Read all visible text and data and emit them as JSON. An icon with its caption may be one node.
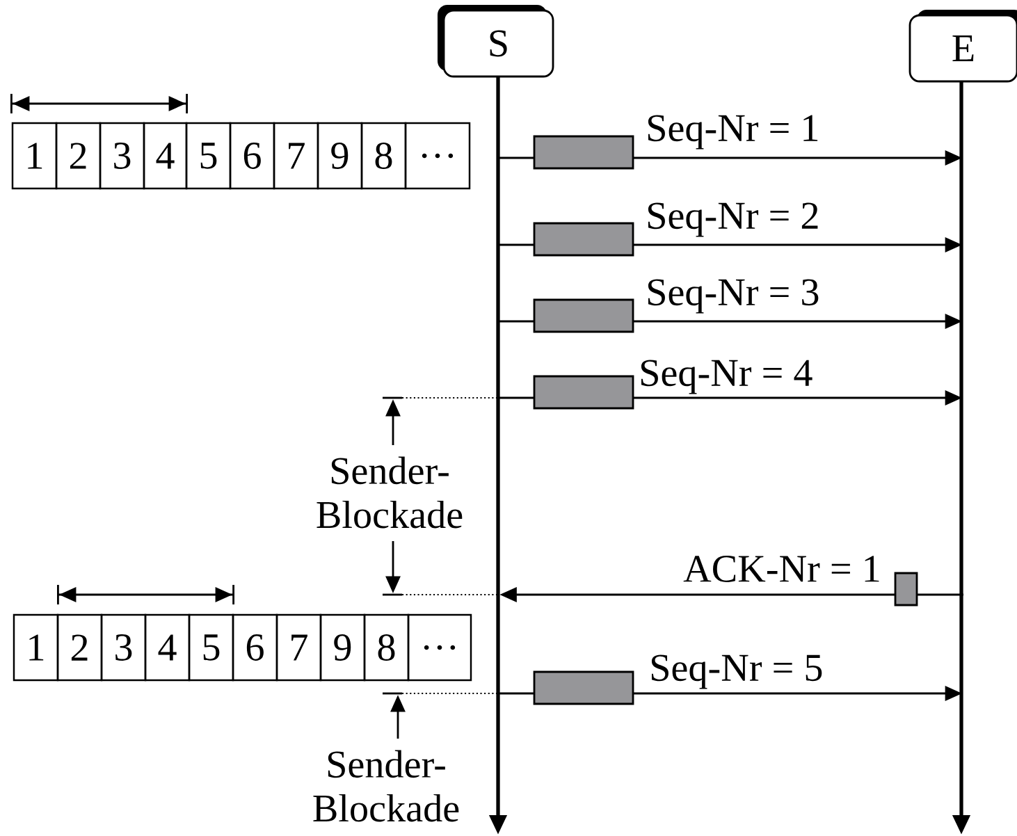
{
  "diagram": {
    "nodes": [
      {
        "text": [
          "S"
        ]
      },
      {
        "text": [
          "E"
        ]
      }
    ],
    "edges": [
      {
        "from": 0,
        "to": 1,
        "arrow": "to",
        "label": "Seq-Nr = 1"
      },
      {
        "from": 0,
        "to": 1,
        "arrow": "to",
        "label": "Seq-Nr = 2"
      },
      {
        "from": 0,
        "to": 1,
        "arrow": "to",
        "label": "Seq-Nr = 3"
      },
      {
        "from": 0,
        "to": 1,
        "arrow": "to",
        "label": "Seq-Nr = 4"
      },
      {
        "from": 1,
        "to": 0,
        "arrow": "to",
        "label": "ACK-Nr = 1"
      },
      {
        "from": 0,
        "to": 1,
        "arrow": "to",
        "label": "Seq-Nr = 5"
      }
    ],
    "labels": [
      "1",
      "2",
      "3",
      "4",
      "5",
      "6",
      "7",
      "9",
      "8",
      "…",
      "Sender- Blockade",
      "1",
      "2",
      "3",
      "4",
      "5",
      "6",
      "7",
      "9",
      "8",
      "…",
      "Sender- Blockade"
    ]
  }
}
